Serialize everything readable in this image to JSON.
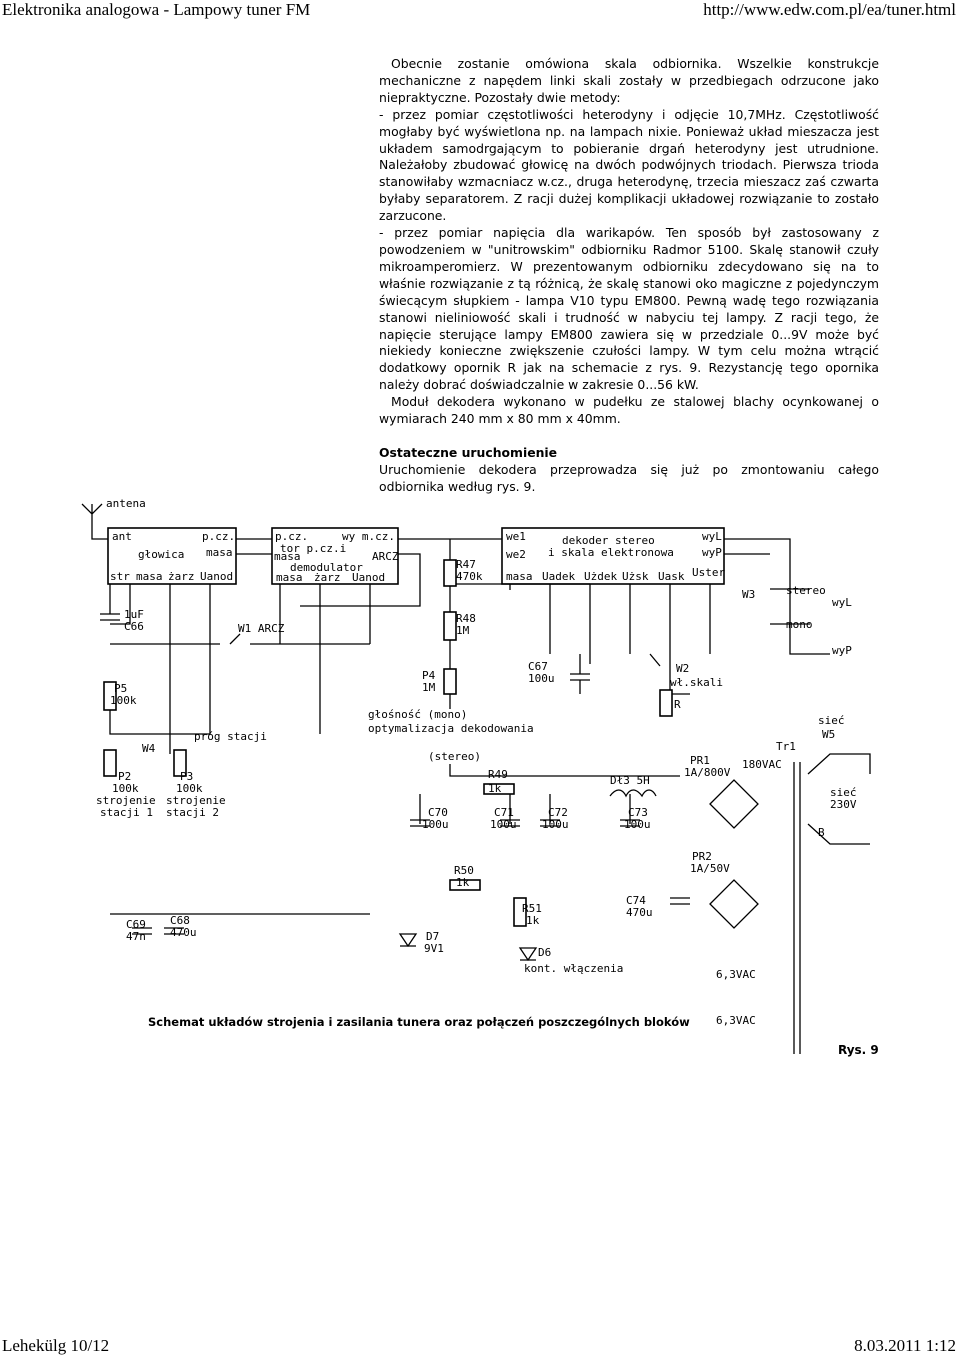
{
  "header": {
    "left": "Elektronika analogowa - Lampowy tuner FM",
    "right": "http://www.edw.com.pl/ea/tuner.html"
  },
  "footer": {
    "left": "Lehekülg 10/12",
    "right": "8.03.2011 1:12"
  },
  "paragraphs": [
    "Obecnie zostanie omówiona skala odbiornika. Wszelkie konstrukcje mechaniczne z napędem linki skali zostały w przedbiegach odrzucone jako niepraktyczne. Pozostały dwie metody:",
    "- przez pomiar częstotliwości heterodyny i odjęcie 10,7MHz. Częstotliwość mogłaby być wyświetlona np. na lampach nixie. Ponieważ układ mieszacza jest układem samodrgającym to pobieranie drgań heterodyny jest utrudnione. Należałoby zbudować głowicę na dwóch podwójnych triodach. Pierwsza trioda stanowiłaby wzmacniacz w.cz., druga heterodynę, trzecia mieszacz zaś czwarta byłaby separatorem. Z racji dużej komplikacji układowej rozwiązanie to zostało zarzucone.",
    "- przez pomiar napięcia dla warikapów. Ten sposób był zastosowany z powodzeniem w \"unitrowskim\" odbiorniku Radmor 5100. Skalę stanowił czuły mikroamperomierz. W prezentowanym odbiorniku zdecydowano się na to właśnie rozwiązanie z tą różnicą, że skalę stanowi oko magiczne z pojedynczym świecącym słupkiem - lampa V10 typu EM800. Pewną wadę tego rozwiązania stanowi nieliniowość skali i trudność w nabyciu tej lampy. Z racji tego, że napięcie sterujące lampy EM800 zawiera się w przedziale 0...9V może być niekiedy konieczne zwiększenie czułości lampy. W tym celu można wtrącić dodatkowy opornik R jak na schemacie z rys. 9. Rezystancję tego opornika należy dobrać doświadczalnie w zakresie 0...56 kW.",
    "Moduł dekodera wykonano w pudełku ze stalowej blachy ocynkowanej o wymiarach 240 mm x 80 mm x 40mm."
  ],
  "section": {
    "title": "Ostateczne uruchomienie",
    "text": "Uruchomienie dekodera przeprowadza się już po zmontowaniu całego odbiornika według rys. 9."
  },
  "figure": {
    "antenna": "antena",
    "block_glowica": {
      "ant": "ant",
      "pcz": "p.cz.",
      "name": "głowica",
      "masa": "masa",
      "str": "str",
      "masa2": "masa",
      "zarz": "żarz",
      "uanod": "Uanod"
    },
    "block_demod": {
      "pcz": "p.cz.",
      "wy": "wy m.cz.",
      "tor": "tor p.cz.i",
      "masa": "masa",
      "arcz": "ARCZ",
      "name": "demodulator",
      "masa2": "masa",
      "zarz": "żarz",
      "uanod": "Uanod"
    },
    "block_dekoder": {
      "we1": "we1",
      "we2": "we2",
      "name1": "dekoder stereo",
      "name2": "i skala elektronowa",
      "wyl": "wyL",
      "wyp": "wyP",
      "masa": "masa",
      "uadek": "Uadek",
      "uzdek": "Użdek",
      "uzsk": "Użsk",
      "uask": "Uask",
      "uster": "Uster"
    },
    "labels": {
      "c66": "C66",
      "c66v": "1uF",
      "w1": "W1 ARCZ",
      "p5": "P5",
      "p5v": "100k",
      "prog": "próg stacji",
      "w4": "W4",
      "p2": "P2",
      "p2v": "100k",
      "p2d1": "strojenie",
      "p2d2": "stacji 1",
      "p3": "P3",
      "p3v": "100k",
      "p3d1": "strojenie",
      "p3d2": "stacji 2",
      "r47": "R47",
      "r47v": "470k",
      "r48": "R48",
      "r48v": "1M",
      "p4": "P4",
      "p4v": "1M",
      "c67": "C67",
      "c67v": "100u",
      "w2": "W2",
      "w2d": "wł.skali",
      "r": "R",
      "w3": "W3",
      "stereo": "stereo",
      "mono": "mono",
      "wyl": "wyL",
      "wyp": "wyP",
      "glos1": "głośność (mono)",
      "glos2": "optymalizacja dekodowania",
      "stereo2": "(stereo)",
      "r49": "R49",
      "r49v": "1k",
      "dl3": "Dł3 5H",
      "pr1": "PR1",
      "pr1v": "1A/800V",
      "v180": "180VAC",
      "tr1": "Tr1",
      "siec": "sieć",
      "w5": "W5",
      "siec2": "sieć",
      "v230": "230V",
      "b": "B",
      "c70": "C70",
      "c70v": "100u",
      "c71": "C71",
      "c71v": "100u",
      "c72": "C72",
      "c72v": "100u",
      "c73": "C73",
      "c73v": "100u",
      "pr2": "PR2",
      "pr2v": "1A/50V",
      "c74": "C74",
      "c74v": "470u",
      "r50": "R50",
      "r50v": "1k",
      "r51": "R51",
      "r51v": "1k",
      "c69": "C69",
      "c69v": "47n",
      "c68": "C68",
      "c68v": "470u",
      "d7": "D7",
      "d7v": "9V1",
      "d6": "D6",
      "d6v": "kont. włączenia",
      "v63a": "6,3VAC",
      "v63b": "6,3VAC"
    },
    "caption": "Schemat układów strojenia i zasilania tunera oraz połączeń poszczególnych bloków",
    "rys": "Rys. 9"
  }
}
